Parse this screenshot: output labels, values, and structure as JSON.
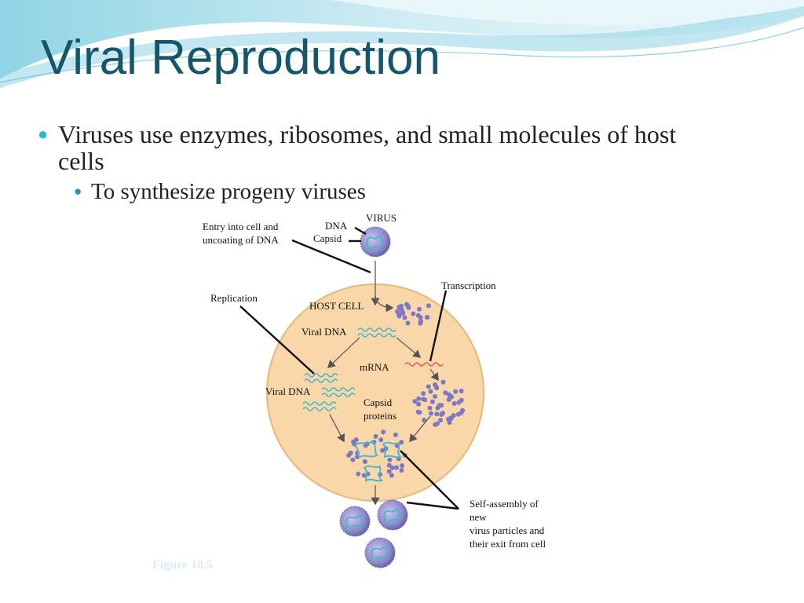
{
  "slide": {
    "title": "Viral Reproduction",
    "bullets": [
      {
        "text_line1": "Viruses use enzymes, ribosomes, and small molecules of host",
        "text_line2": "cells"
      },
      {
        "text": "To synthesize progeny viruses"
      }
    ]
  },
  "diagram": {
    "labels": {
      "virus": "VIRUS",
      "dna": "DNA",
      "capsid": "Capsid",
      "entry_1": "Entry into cell and",
      "entry_2": "uncoating of DNA",
      "transcription": "Transcription",
      "replication": "Replication",
      "host_cell": "HOST CELL",
      "viral_dna_top": "Viral DNA",
      "mrna": "mRNA",
      "viral_dna_left": "Viral DNA",
      "capsid_proteins_1": "Capsid",
      "capsid_proteins_2": "proteins",
      "assembly_1": "Self-assembly of",
      "assembly_2": "new",
      "assembly_3": "virus particles and",
      "assembly_4": "their exit from cell"
    },
    "caption": "Figure 18.5",
    "colors": {
      "host_cell_fill": "#f9d7a9",
      "host_cell_stroke": "#e9b779",
      "virus_fill": "#7b78b8",
      "protein_dot": "#7a78c4",
      "dna_strand": "#4bb8c8",
      "mrna_strand": "#e0605a",
      "title": "#17556b"
    }
  }
}
